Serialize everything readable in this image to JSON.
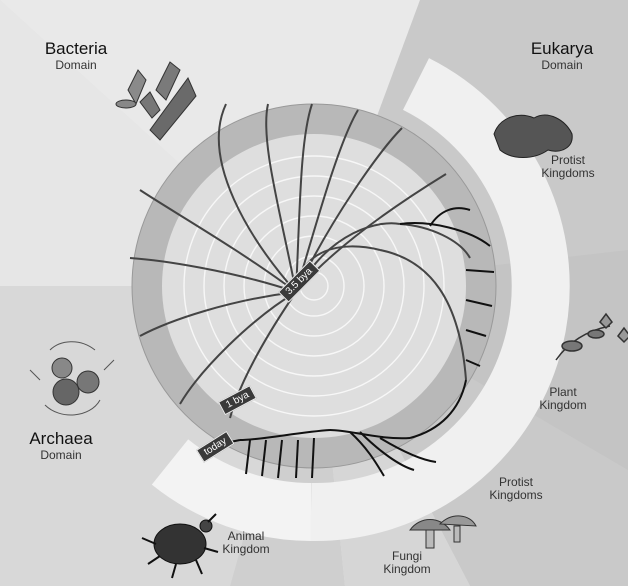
{
  "labels": {
    "bacteria": {
      "name": "Bacteria",
      "rank": "Domain"
    },
    "archaea": {
      "name": "Archaea",
      "rank": "Domain"
    },
    "eukarya": {
      "name": "Eukarya",
      "rank": "Domain"
    },
    "protist_top": "Protist Kingdoms",
    "plant": "Plant Kingdom",
    "protist_bottom": "Protist Kingdoms",
    "fungi": "Fungi Kingdom",
    "animal": "Animal Kingdom"
  },
  "timeline": {
    "start": "3.5 bya",
    "middle": "1 bya",
    "end": "today"
  },
  "icons": [
    "bacteria-icon",
    "archaea-icon",
    "protist-icon",
    "plant-icon",
    "mushroom-icon",
    "beetle-icon"
  ]
}
